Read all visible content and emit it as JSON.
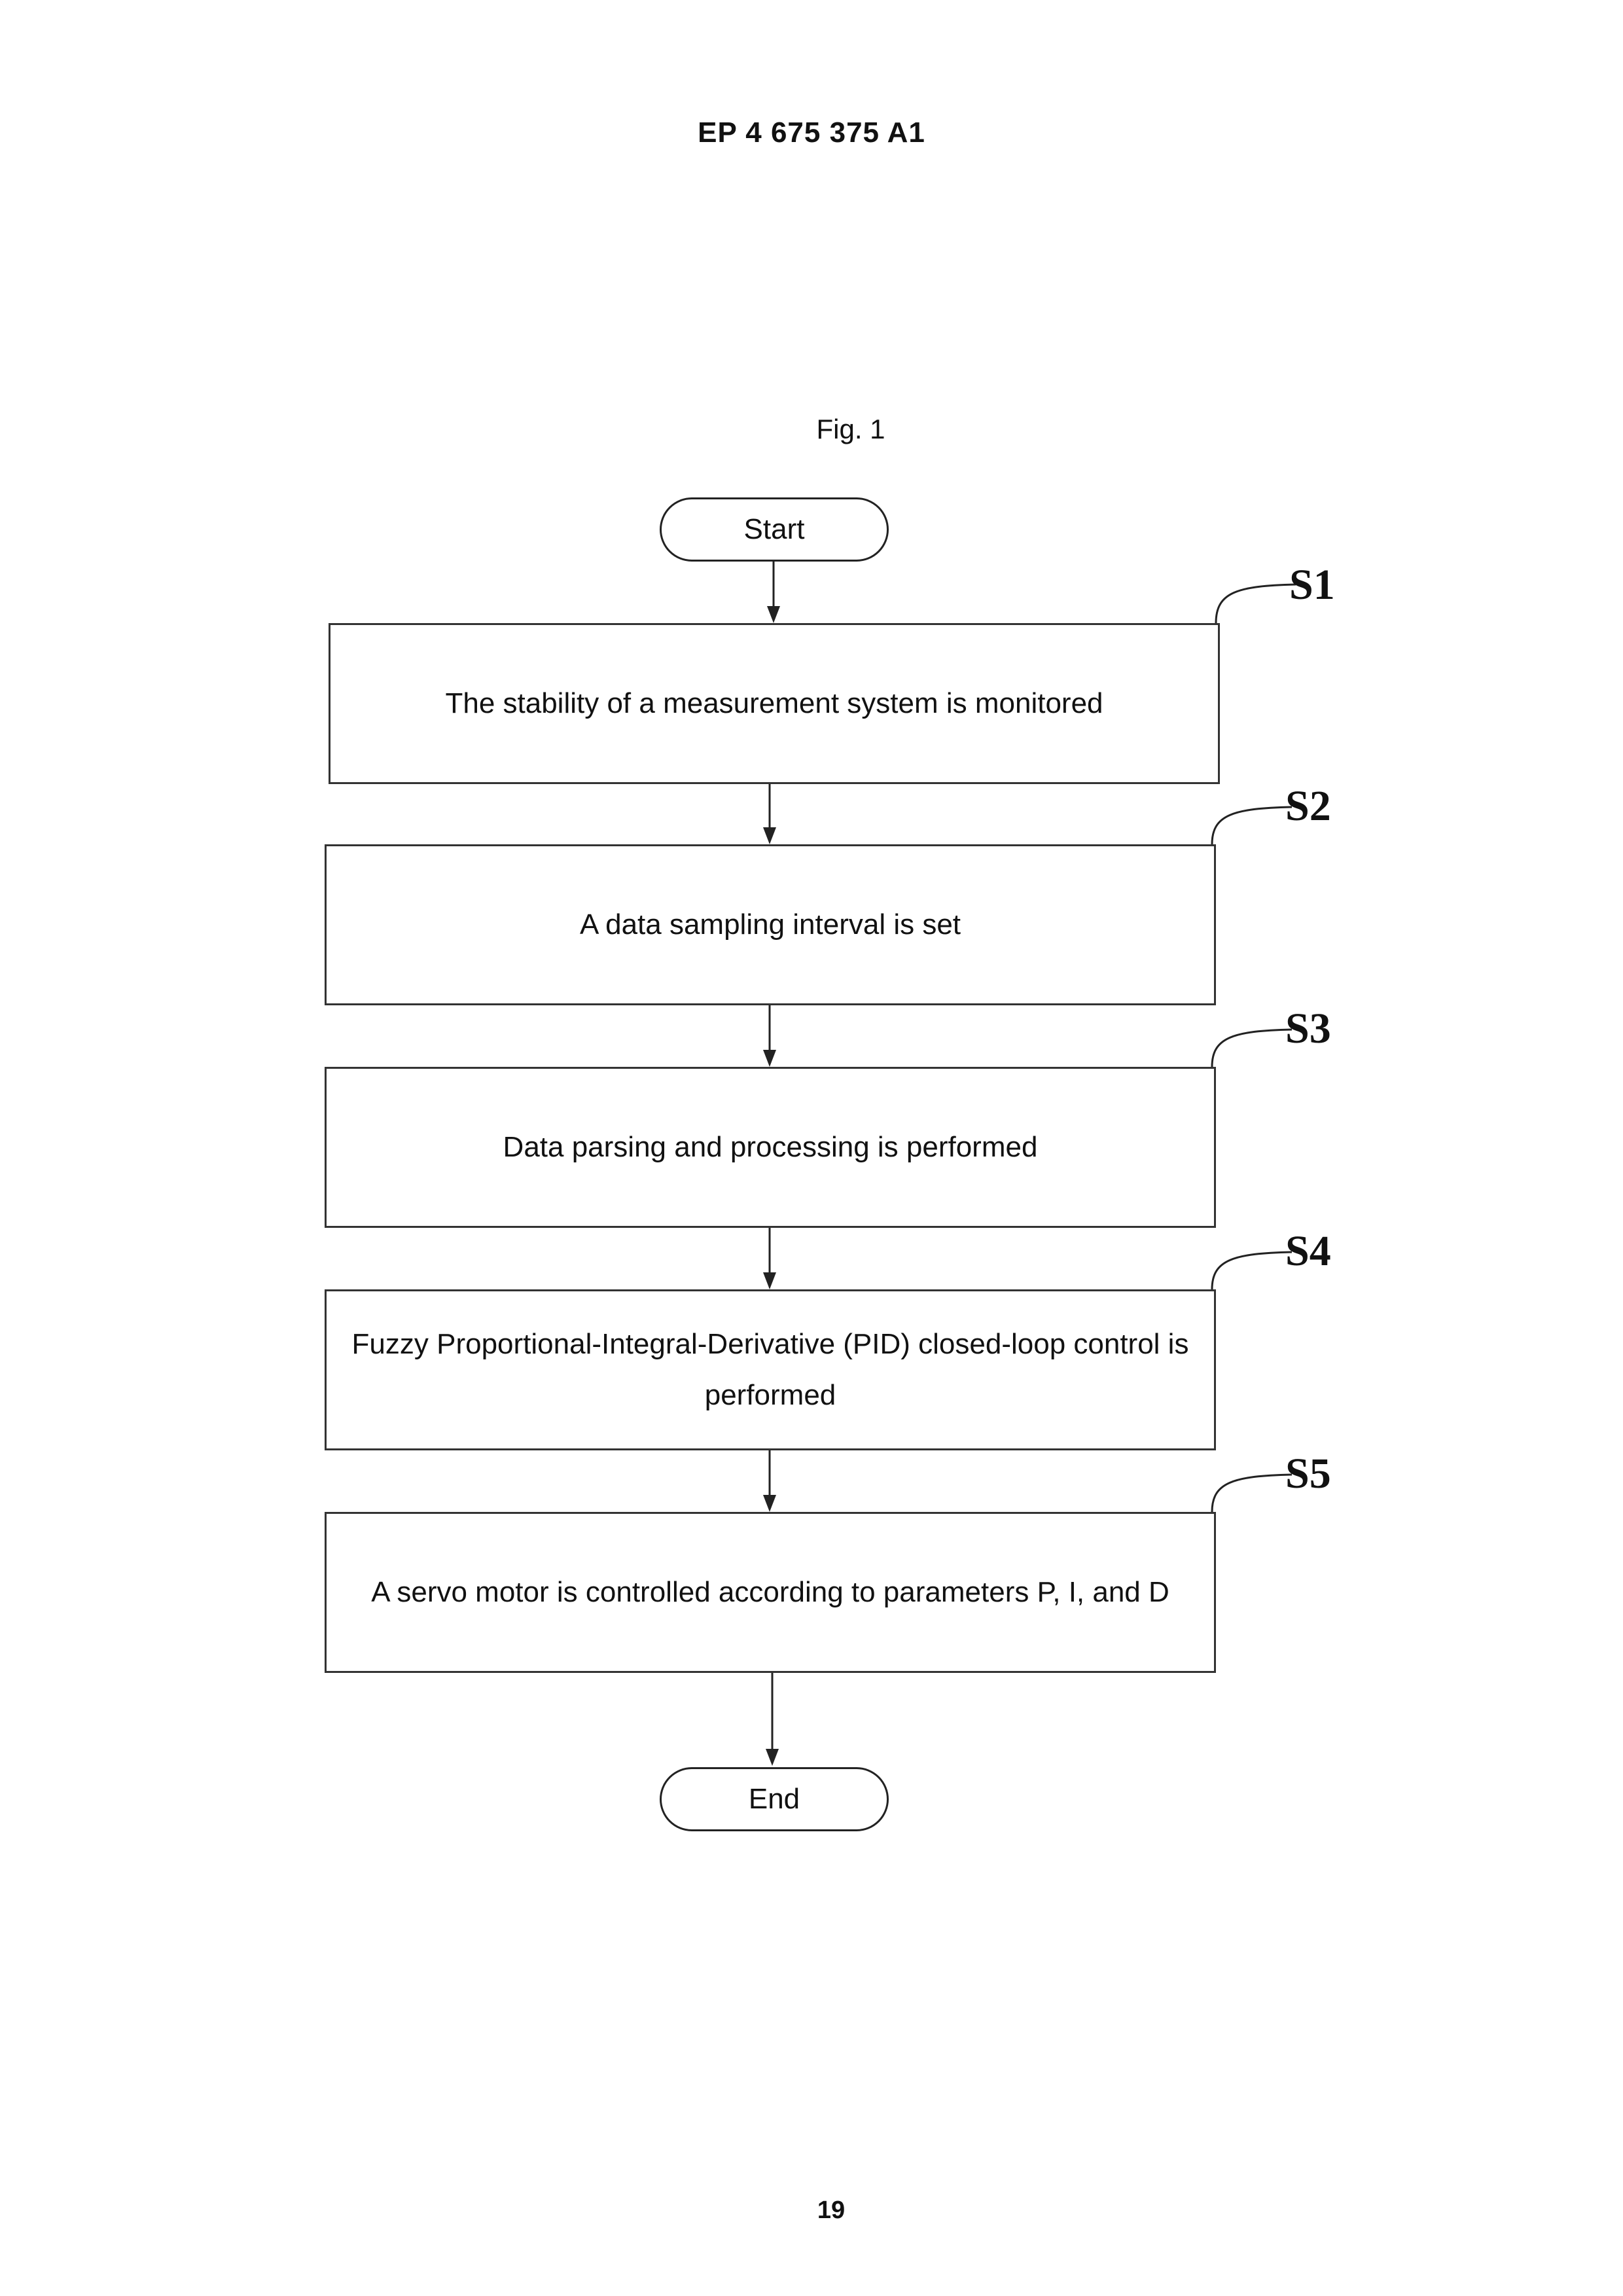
{
  "header": {
    "doc_number": "EP 4 675 375 A1"
  },
  "figure": {
    "caption": "Fig. 1"
  },
  "flowchart": {
    "start_label": "Start",
    "end_label": "End",
    "steps": [
      {
        "id": "S1",
        "text": "The stability of a measurement system is monitored"
      },
      {
        "id": "S2",
        "text": "A data sampling interval is set"
      },
      {
        "id": "S3",
        "text": "Data parsing and processing is performed"
      },
      {
        "id": "S4",
        "text": "Fuzzy Proportional-Integral-Derivative (PID) closed-loop control is performed"
      },
      {
        "id": "S5",
        "text": "A servo motor is controlled according to parameters P, I, and D"
      }
    ]
  },
  "footer": {
    "page_number": "19"
  }
}
